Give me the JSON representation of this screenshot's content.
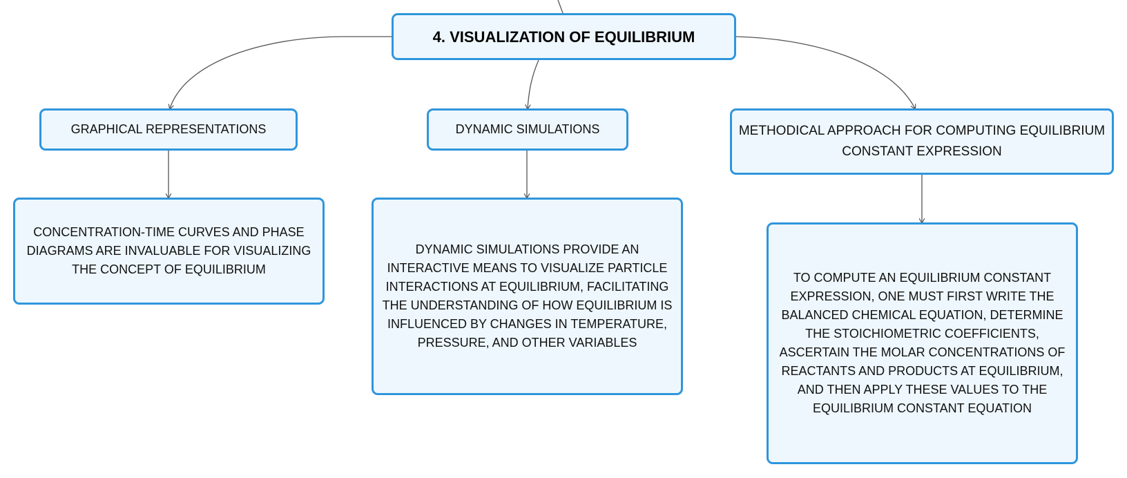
{
  "diagram": {
    "root": {
      "label": "4. VISUALIZATION OF EQUILIBRIUM"
    },
    "branches": [
      {
        "label": "GRAPHICAL REPRESENTATIONS",
        "detail": "CONCENTRATION-TIME CURVES AND PHASE DIAGRAMS ARE INVALUABLE FOR VISUALIZING THE CONCEPT OF EQUILIBRIUM"
      },
      {
        "label": "DYNAMIC SIMULATIONS",
        "detail": "DYNAMIC SIMULATIONS PROVIDE AN INTERACTIVE MEANS TO VISUALIZE PARTICLE INTERACTIONS AT EQUILIBRIUM, FACILITATING THE UNDERSTANDING OF HOW EQUILIBRIUM IS INFLUENCED BY CHANGES IN TEMPERATURE, PRESSURE, AND OTHER VARIABLES"
      },
      {
        "label": "METHODICAL APPROACH FOR COMPUTING EQUILIBRIUM CONSTANT EXPRESSION",
        "detail": "TO COMPUTE AN EQUILIBRIUM CONSTANT EXPRESSION, ONE MUST FIRST WRITE THE BALANCED CHEMICAL EQUATION, DETERMINE THE STOICHIOMETRIC COEFFICIENTS, ASCERTAIN THE MOLAR CONCENTRATIONS OF REACTANTS AND PRODUCTS AT EQUILIBRIUM, AND THEN APPLY THESE VALUES TO THE EQUILIBRIUM CONSTANT EQUATION"
      }
    ],
    "colors": {
      "node_border": "#2f95dc",
      "node_fill": "#eef7fd",
      "connector": "#555555",
      "text": "#111111"
    }
  }
}
